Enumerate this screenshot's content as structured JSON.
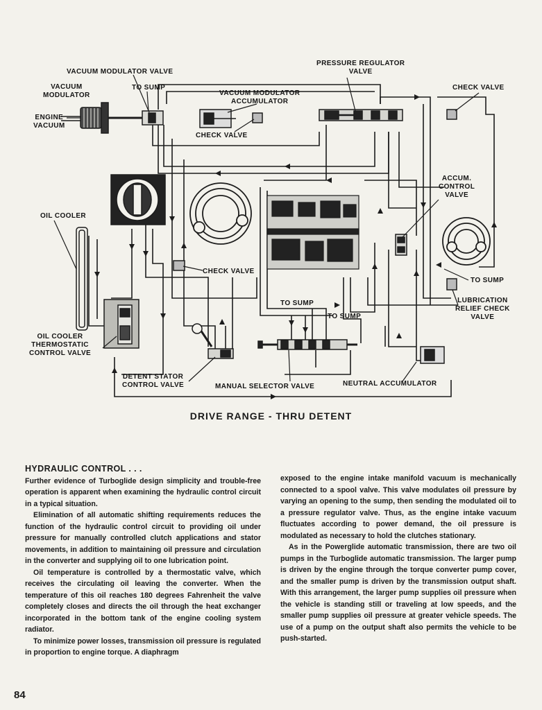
{
  "diagram": {
    "labels": {
      "vacuum_modulator_valve": "VACUUM MODULATOR VALVE",
      "vacuum_modulator": "VACUUM\nMODULATOR",
      "engine_vacuum": "ENGINE\nVACUUM",
      "to_sump_top": "TO SUMP",
      "vacuum_modulator_accumulator": "VACUUM MODULATOR\nACCUMULATOR",
      "check_valve_top": "CHECK VALVE",
      "pressure_regulator_valve": "PRESSURE REGULATOR\nVALVE",
      "check_valve_right": "CHECK VALVE",
      "accum_control_valve": "ACCUM.\nCONTROL\nVALVE",
      "oil_cooler": "OIL COOLER",
      "check_valve_mid": "CHECK VALVE",
      "to_sump_right": "TO SUMP",
      "lubrication_relief_check_valve": "LUBRICATION\nRELIEF CHECK\nVALVE",
      "to_sump_center": "TO SUMP",
      "to_sump_center2": "TO SUMP",
      "oil_cooler_thermostatic_control_valve": "OIL COOLER\nTHERMOSTATIC\nCONTROL VALVE",
      "detent_stator_control_valve": "DETENT STATOR\nCONTROL VALVE",
      "manual_selector_valve": "MANUAL SELECTOR VALVE",
      "neutral_accumulator": "NEUTRAL ACCUMULATOR"
    },
    "caption": "DRIVE RANGE - THRU DETENT"
  },
  "article": {
    "heading": "HYDRAULIC CONTROL . . .",
    "left_paragraphs": [
      "Further evidence of Turboglide design simplicity and trouble-free operation is apparent when examining the hydraulic control circuit in a typical situation.",
      "Elimination of all automatic shifting requirements reduces the function of the hydraulic control circuit to providing oil under pressure for manually controlled clutch applications and stator movements, in addition to maintaining oil pressure and circulation in the converter and supplying oil to one lubrication point.",
      "Oil temperature is controlled by a thermostatic valve, which receives the circulating oil leaving the converter. When the temperature of this oil reaches 180 degrees Fahrenheit the valve completely closes and directs the oil through the heat exchanger incorporated in the bottom tank of the engine cooling system radiator.",
      "To minimize power losses, transmission oil pressure is regulated in proportion to engine torque. A diaphragm"
    ],
    "right_paragraphs": [
      "exposed to the engine intake manifold vacuum is mechanically connected to a spool valve. This valve modulates oil pressure by varying an opening to the sump, then sending the modulated oil to a pressure regulator valve. Thus, as the engine intake vacuum fluctuates according to power demand, the oil pressure is modulated as necessary to hold the clutches stationary.",
      "As in the Powerglide automatic transmission, there are two oil pumps in the Turboglide automatic transmission. The larger pump is driven by the engine through the torque converter pump cover, and the smaller pump is driven by the transmission output shaft. With this arrangement, the larger pump supplies oil pressure when the vehicle is standing still or traveling at low speeds, and the smaller pump supplies oil pressure at greater vehicle speeds. The use of a pump on the output shaft also permits the vehicle to be push-started."
    ]
  },
  "page_number": "84"
}
